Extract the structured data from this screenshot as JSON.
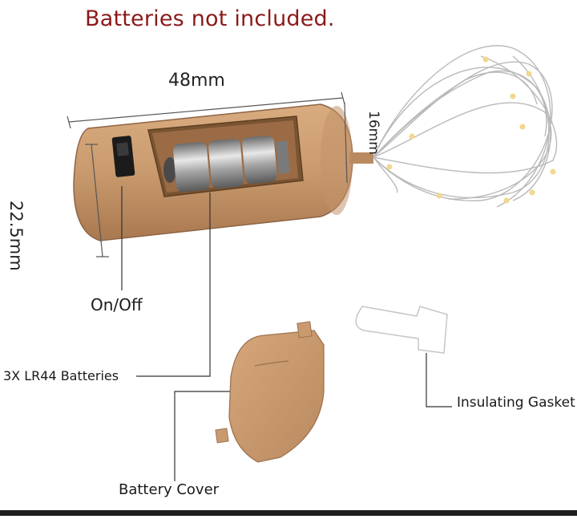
{
  "title": "Batteries not included.",
  "dimensions": {
    "length": "48mm",
    "height": "22.5mm",
    "neck": "16mm"
  },
  "labels": {
    "on_off": "On/Off",
    "batteries": "3X LR44 Batteries",
    "battery_cover": "Battery Cover",
    "insulating_gasket": "Insulating Gasket"
  },
  "colors": {
    "title": "#8b1a1a",
    "cork": "#c99a6e",
    "cork_dark": "#9e7250",
    "wire": "#b9b9b9",
    "led": "#f2d78e"
  }
}
